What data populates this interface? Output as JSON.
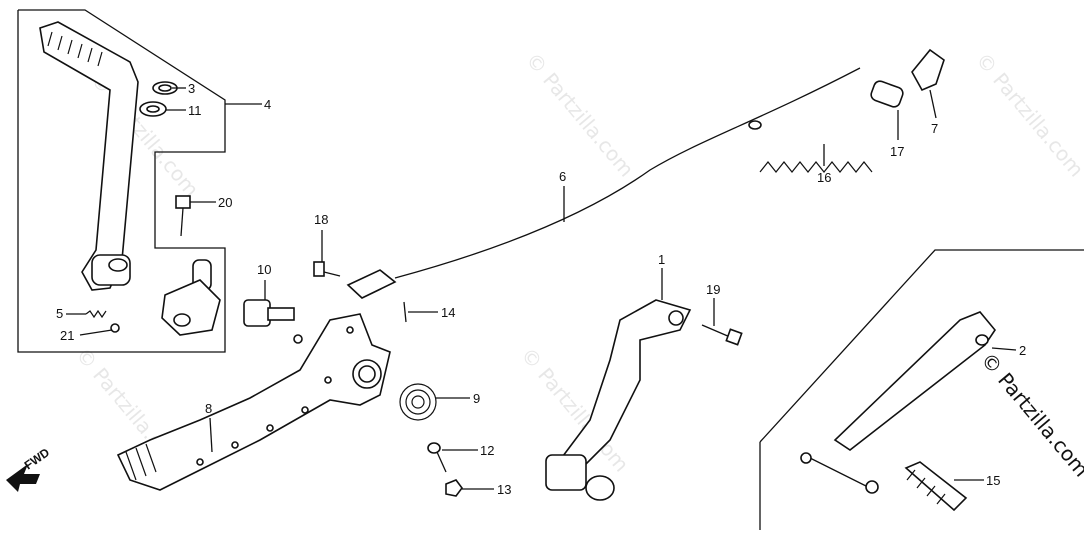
{
  "diagram": {
    "direction_label": "FWD",
    "watermark": "© Partzilla.com",
    "callouts": [
      {
        "id": "c1",
        "text": "1"
      },
      {
        "id": "c2",
        "text": "2"
      },
      {
        "id": "c3",
        "text": "3"
      },
      {
        "id": "c4",
        "text": "4"
      },
      {
        "id": "c5",
        "text": "5"
      },
      {
        "id": "c6",
        "text": "6"
      },
      {
        "id": "c7",
        "text": "7"
      },
      {
        "id": "c8",
        "text": "8"
      },
      {
        "id": "c9",
        "text": "9"
      },
      {
        "id": "c10",
        "text": "10"
      },
      {
        "id": "c11",
        "text": "11"
      },
      {
        "id": "c12",
        "text": "12"
      },
      {
        "id": "c13",
        "text": "13"
      },
      {
        "id": "c14",
        "text": "14"
      },
      {
        "id": "c15",
        "text": "15"
      },
      {
        "id": "c16",
        "text": "16"
      },
      {
        "id": "c17",
        "text": "17"
      },
      {
        "id": "c18",
        "text": "18"
      },
      {
        "id": "c19",
        "text": "19"
      },
      {
        "id": "c20",
        "text": "20"
      },
      {
        "id": "c21",
        "text": "21"
      }
    ]
  }
}
